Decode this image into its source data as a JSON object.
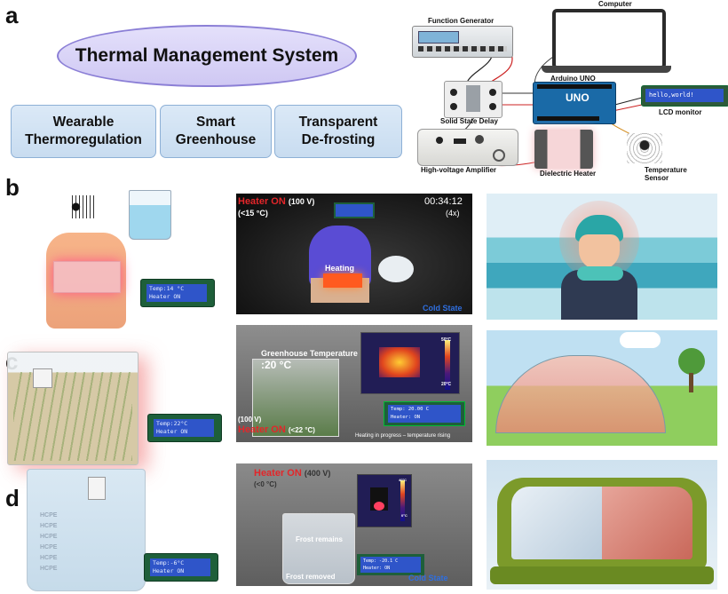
{
  "panels": {
    "a": "a",
    "b": "b",
    "c": "c",
    "d": "d"
  },
  "system": {
    "title": "Thermal Management System",
    "apps": [
      {
        "line1": "Wearable",
        "line2": "Thermoregulation"
      },
      {
        "line1": "Smart",
        "line2": "Greenhouse"
      },
      {
        "line1": "Transparent",
        "line2": "De-frosting"
      }
    ]
  },
  "setup": {
    "function_generator": "Function Generator",
    "computer": "Computer",
    "arduino": "Arduino UNO",
    "uno": "UNO",
    "lcd_monitor": "LCD monitor",
    "lcd_text": "hello,world!",
    "solid_state": "Solid State Delay",
    "hv_amp": "High-voltage Amplifier",
    "dielectric": "Dielectric Heater",
    "temp_sensor": "Temperature Sensor"
  },
  "b": {
    "lcd_line1": "Temp:14 °C",
    "lcd_line2": "Heater ON",
    "heater": "Heater ON",
    "voltage": "(100 V)",
    "condition": "(<15 °C)",
    "time": "00:34:12",
    "speed": "(4x)",
    "heating": "Heating",
    "state": "Cold State"
  },
  "c": {
    "lcd_line1": "Temp:22°C",
    "lcd_line2": "Heater ON",
    "gh_label": "Greenhouse Temperature",
    "gh_temp": ":20 °C",
    "voltage": "(100 V)",
    "heater": "Heater ON",
    "condition": "(<22 °C)",
    "caption": "Heating in progress – temperature rising",
    "scale_hi": "50°C",
    "scale_lo": "20°C",
    "inner_lcd1": "Temp: 20.00 C",
    "inner_lcd2": "Heater: ON"
  },
  "d": {
    "lcd_line1": "Temp:-6°C",
    "lcd_line2": "Heater ON",
    "heater": "Heater ON",
    "voltage": "(400 V)",
    "condition": "(<0 °C)",
    "frost_remains": "Frost remains",
    "frost_removed": "Frost removed",
    "state": "Cold State",
    "scale_hi": "40°C",
    "scale_lo": "0°C",
    "inner_lcd1": "Temp: -20.1 C",
    "inner_lcd2": "Heater: ON",
    "tile": "HCPE"
  },
  "colors": {
    "heater_red": "#e3262a",
    "cold_blue": "#2f6fe0",
    "ellipse": "#d9d3f7",
    "app_box": "#d3e4f5"
  }
}
